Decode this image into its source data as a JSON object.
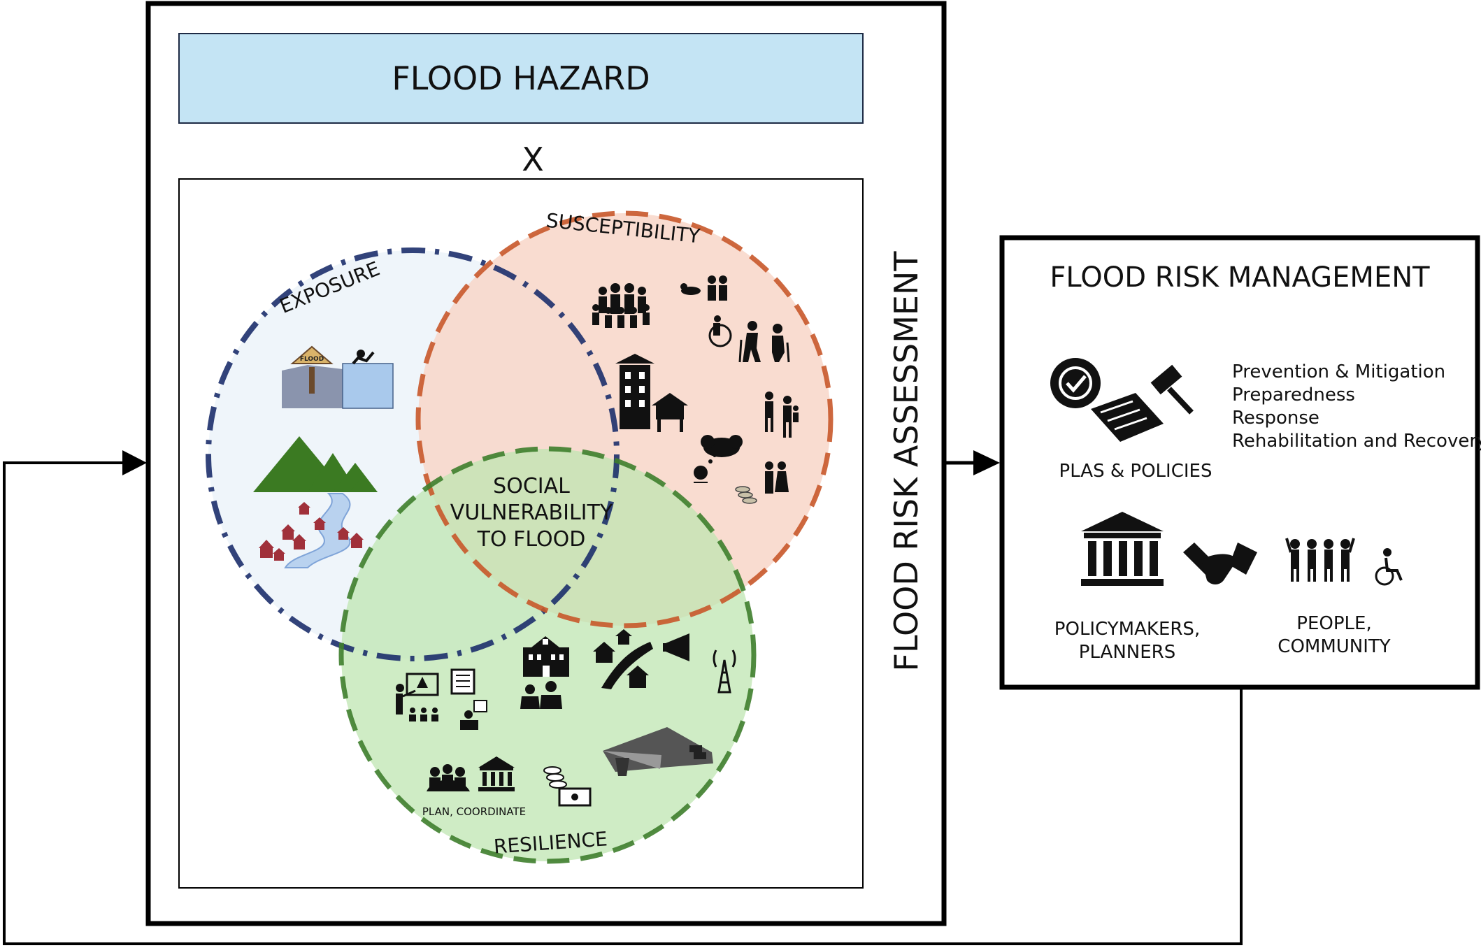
{
  "hazard": {
    "title": "FLOOD HAZARD",
    "operator": "X"
  },
  "assessment": {
    "label": "FLOOD RISK ASSESSMENT"
  },
  "venn": {
    "exposure_label": "EXPOSURE",
    "susceptibility_label": "SUSCEPTIBILITY",
    "resilience_label": "RESILIENCE",
    "center_lines": [
      "SOCIAL",
      "VULNERABILITY",
      "TO FLOOD"
    ],
    "flood_sign": "FLOOD",
    "plan_caption": "PLAN, COORDINATE"
  },
  "management": {
    "title": "FLOOD RISK MANAGEMENT",
    "phases": [
      "Prevention & Mitigation",
      "Preparedness",
      "Response",
      "Rehabilitation and Recovery"
    ],
    "plans_label": "PLAS & POLICIES",
    "policymakers_lines": [
      "POLICYMAKERS,",
      "PLANNERS"
    ],
    "people_lines": [
      "PEOPLE,",
      "COMMUNITY"
    ]
  },
  "colors": {
    "hazard_fill": "#c4e4f4",
    "exposure_stroke": "#1c2f6b",
    "exposure_fill": "#eef4fa",
    "susceptibility_stroke": "#c8582a",
    "susceptibility_fill": "#f8d6c8",
    "resilience_stroke": "#3e7e2c",
    "resilience_fill": "#bfe6b2",
    "mountain": "#3b7a22",
    "house": "#a0303a",
    "river": "#b9d2ef"
  }
}
